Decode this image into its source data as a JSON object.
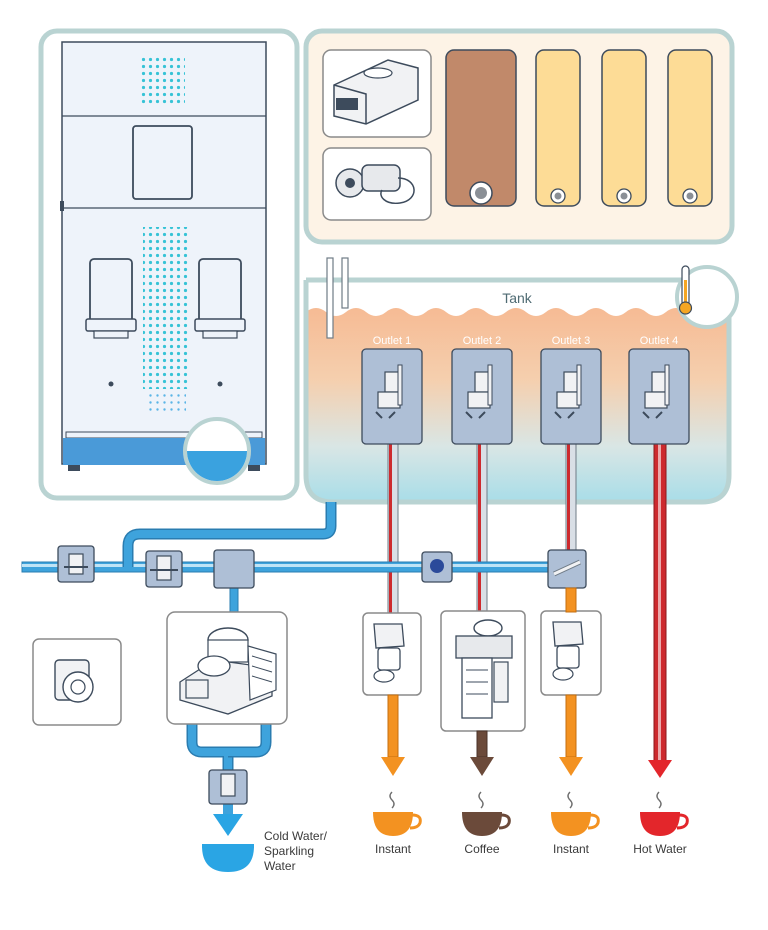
{
  "tank": {
    "label": "Tank"
  },
  "outlets": [
    {
      "label": "Outlet 1"
    },
    {
      "label": "Outlet 2"
    },
    {
      "label": "Outlet 3"
    },
    {
      "label": "Outlet 4"
    }
  ],
  "outputs": [
    {
      "label": "Instant",
      "color": "#f39221"
    },
    {
      "label": "Coffee",
      "color": "#6b4a3a"
    },
    {
      "label": "Instant",
      "color": "#f39221"
    },
    {
      "label": "Hot Water",
      "color": "#e3262b"
    }
  ],
  "cold_output": {
    "label_lines": [
      "Cold Water/",
      "Sparkling",
      "Water"
    ],
    "color": "#2aa5e4"
  },
  "colors": {
    "panel_border": "#b9d3d2",
    "panel_fill": "#fdf3e6",
    "pipe_blue": "#3ea3dc",
    "pipe_red": "#cd2a2e",
    "hopper_dark": "#c1896a",
    "hopper_light": "#fddc96"
  },
  "icons": [
    "thermometer-icon",
    "steam-icon",
    "valve-icon",
    "fan-icon",
    "pump-icon",
    "grinder-icon",
    "cooler-icon",
    "brewer-icon",
    "mixer-icon"
  ]
}
